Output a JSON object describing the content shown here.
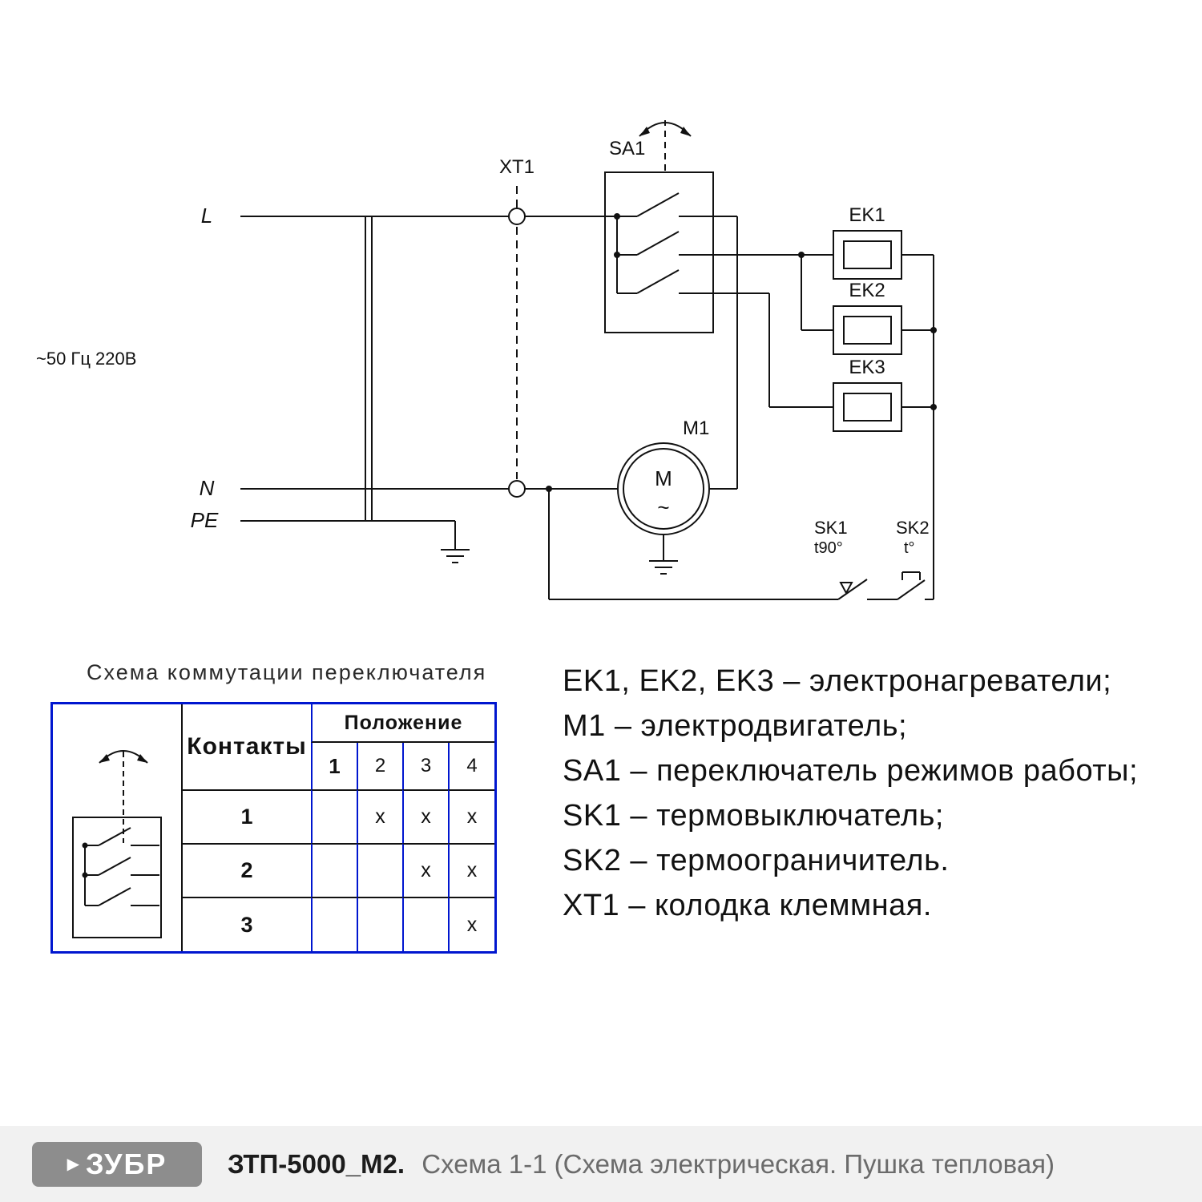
{
  "schematic": {
    "power_label": "~50 Гц 220В",
    "line_l": "L",
    "line_n": "N",
    "line_pe": "PE",
    "xt1": "XT1",
    "sa1": "SA1",
    "ek1": "EK1",
    "ek2": "EK2",
    "ek3": "EK3",
    "m1": "M1",
    "motor_m": "M",
    "motor_wave": "~",
    "sk1": "SK1",
    "sk1_temp": "t90°",
    "sk2": "SK2",
    "sk2_temp": "t°"
  },
  "table": {
    "title": "Схема коммутации переключателя",
    "contacts_header": "Контакты",
    "position_header": "Положение",
    "position_labels": [
      "1",
      "2",
      "3",
      "4"
    ],
    "rows": [
      {
        "contact": "1",
        "cells": [
          "",
          "x",
          "x",
          "x"
        ]
      },
      {
        "contact": "2",
        "cells": [
          "",
          "",
          "x",
          "x"
        ]
      },
      {
        "contact": "3",
        "cells": [
          "",
          "",
          "",
          "x"
        ]
      }
    ]
  },
  "legend": {
    "items": [
      "EK1, EK2, EK3 – электронагреватели;",
      "M1 – электродвигатель;",
      "SA1 – переключатель режимов работы;",
      "SK1 – термовыключатель;",
      "SK2 – термоограничитель.",
      "XT1 – колодка клеммная."
    ]
  },
  "footer": {
    "logo": "ЗУБР",
    "model": "ЗТП-5000_М2.",
    "subtitle": "Схема 1-1 (Схема электрическая. Пушка тепловая)"
  },
  "colors": {
    "table_border": "#0016cf",
    "line": "#111111",
    "footer_bg": "#f1f1f1",
    "logo_bg": "#8d8d8d"
  }
}
